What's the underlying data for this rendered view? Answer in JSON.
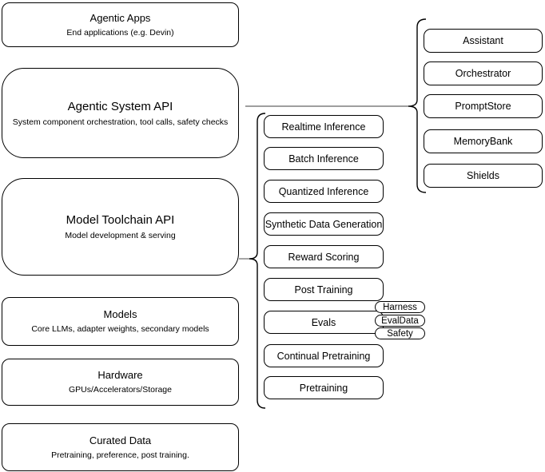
{
  "diagram": {
    "left_column": [
      {
        "title": "Agentic Apps",
        "subtitle": "End applications (e.g. Devin)"
      },
      {
        "title": "Agentic System API",
        "subtitle": "System component orchestration, tool calls, safety checks"
      },
      {
        "title": "Model Toolchain API",
        "subtitle": "Model development & serving"
      },
      {
        "title": "Models",
        "subtitle": "Core LLMs, adapter weights, secondary models"
      },
      {
        "title": "Hardware",
        "subtitle": "GPUs/Accelerators/Storage"
      },
      {
        "title": "Curated Data",
        "subtitle": "Pretraining, preference, post training."
      }
    ],
    "toolchain_items": [
      "Realtime Inference",
      "Batch Inference",
      "Quantized Inference",
      "Synthetic Data Generation",
      "Reward Scoring",
      "Post Training",
      "Evals",
      "Continual Pretraining",
      "Pretraining"
    ],
    "evals_tags": [
      "Harness",
      "EvalData",
      "Safety"
    ],
    "system_components": [
      "Assistant",
      "Orchestrator",
      "PromptStore",
      "MemoryBank",
      "Shields"
    ],
    "colors": {
      "box_border": "#000000",
      "connector_line": "#7f7f7f",
      "background": "#ffffff",
      "text": "#000000"
    }
  }
}
